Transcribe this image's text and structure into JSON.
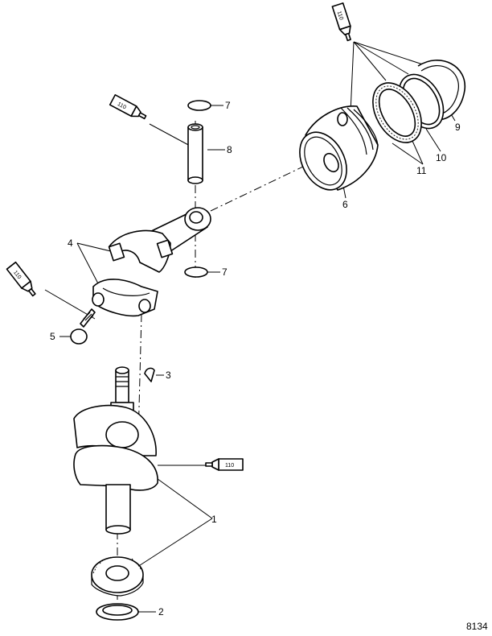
{
  "figure_number": "8134",
  "callouts": {
    "c1": "1",
    "c2": "2",
    "c3": "3",
    "c4": "4",
    "c5": "5",
    "c6": "6",
    "c7a": "7",
    "c7b": "7",
    "c8": "8",
    "c9": "9",
    "c10": "10",
    "c11": "11"
  },
  "lubricant_tubes": {
    "t1": "110",
    "t2": "110",
    "t3": "110",
    "t4": "110"
  }
}
